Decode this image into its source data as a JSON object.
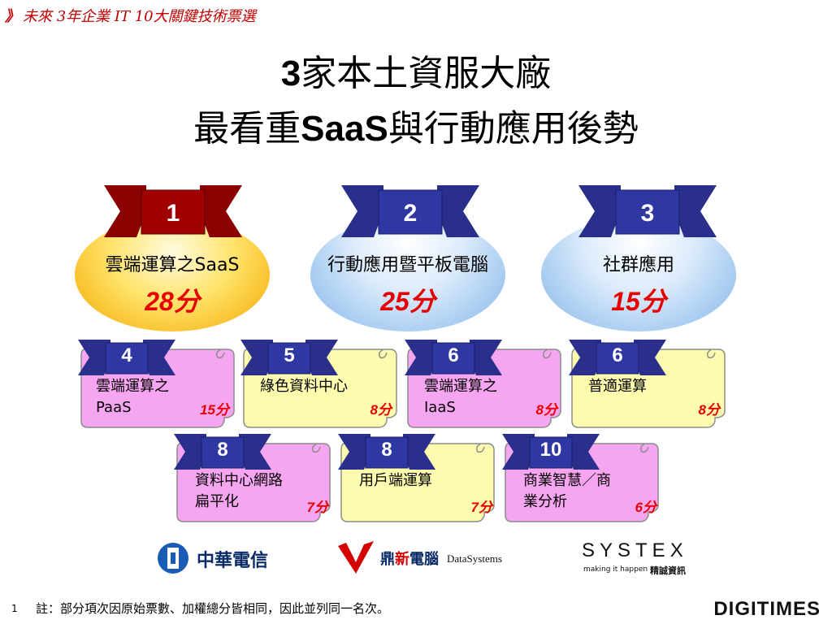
{
  "header": {
    "chev": "》",
    "tag": "未來 3年企業 IT 10大關鍵技術票選"
  },
  "title": {
    "line1_bold": "3",
    "line1_rest": "家本土資服大廠",
    "line2_pre": "最看重",
    "line2_bold": "SaaS",
    "line2_rest": "與行動應用後勢"
  },
  "top_items": [
    {
      "rank": "1",
      "label": "雲端運算之SaaS",
      "score": "28分"
    },
    {
      "rank": "2",
      "label": "行動應用暨平板電腦",
      "score": "25分"
    },
    {
      "rank": "3",
      "label": "社群應用",
      "score": "15分"
    }
  ],
  "row2_items": [
    {
      "rank": "4",
      "label_line1": "雲端運算之",
      "label_line2": "PaaS",
      "score": "15分"
    },
    {
      "rank": "5",
      "label_line1": "綠色資料中心",
      "label_line2": "",
      "score": "8分"
    },
    {
      "rank": "6",
      "label_line1": "雲端運算之",
      "label_line2": "IaaS",
      "score": "8分"
    },
    {
      "rank": "6",
      "label_line1": "普適運算",
      "label_line2": "",
      "score": "8分"
    }
  ],
  "row3_items": [
    {
      "rank": "8",
      "label_line1": "資料中心網路",
      "label_line2": "扁平化",
      "score": "7分"
    },
    {
      "rank": "8",
      "label_line1": "用戶端運算",
      "label_line2": "",
      "score": "7分"
    },
    {
      "rank": "10",
      "label_line1": "商業智慧／商",
      "label_line2": "業分析",
      "score": "6分"
    }
  ],
  "logos": {
    "cht": "中華電信",
    "dsc_cn_a": "鼎",
    "dsc_cn_b": "新",
    "dsc_cn_c": "電腦",
    "dsc_en": "DataSystems",
    "systex": "SYSTEX",
    "systex_sub": "making it happen",
    "systex_cn": "精誠資訊"
  },
  "footer": {
    "page_num": "1",
    "note": "註：部分項次因原始票數、加權總分皆相同，因此並列同一名次。",
    "brand": "DIGITIMES"
  },
  "colors": {
    "rank1_ribbon": "#8b0000",
    "rank_ribbon": "#2a2f8c",
    "score_red": "#e60000",
    "pink_scroll": "#f6a6f0",
    "yellow_scroll": "#fdfcae"
  }
}
